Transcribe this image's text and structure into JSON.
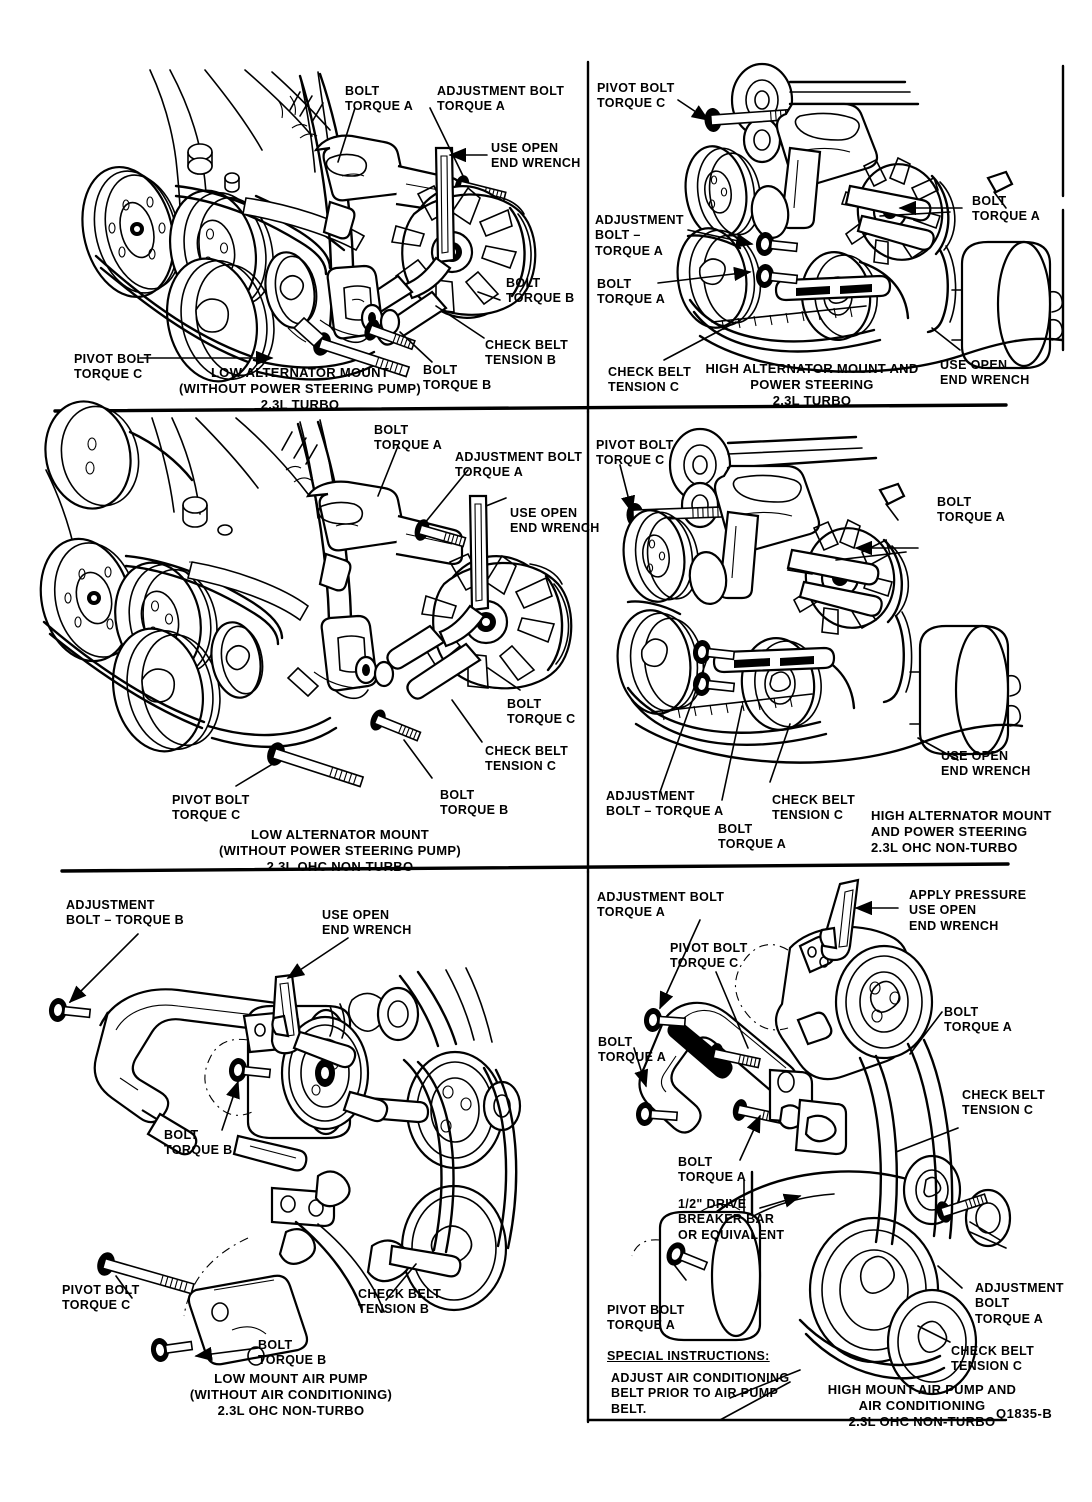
{
  "figure": {
    "id_code": "Q1835-B",
    "description": "Accessory drive belt mounting and adjustment diagrams, 2.3L engines"
  },
  "panels": [
    {
      "key": "top_left",
      "caption": [
        "LOW ALTERNATOR MOUNT",
        "(WITHOUT POWER STEERING PUMP)",
        "2.3L TURBO"
      ],
      "labels": [
        {
          "id": "bolt-torque-a",
          "text": "BOLT\nTORQUE A"
        },
        {
          "id": "adjustment-bolt-torque-a",
          "text": "ADJUSTMENT BOLT\nTORQUE A"
        },
        {
          "id": "use-open-end-wrench",
          "text": "USE OPEN\nEND WRENCH"
        },
        {
          "id": "bolt-torque-b-right",
          "text": "BOLT\nTORQUE B"
        },
        {
          "id": "check-belt-tension-b",
          "text": "CHECK BELT\nTENSION B"
        },
        {
          "id": "bolt-torque-b-lower",
          "text": "BOLT\nTORQUE B"
        },
        {
          "id": "pivot-bolt-torque-c",
          "text": "PIVOT BOLT\nTORQUE C"
        }
      ]
    },
    {
      "key": "top_right",
      "caption": [
        "HIGH ALTERNATOR MOUNT AND",
        "POWER STEERING",
        "2.3L TURBO"
      ],
      "labels": [
        {
          "id": "pivot-bolt-torque-c",
          "text": "PIVOT BOLT\nTORQUE C"
        },
        {
          "id": "adjustment-bolt-torque-a",
          "text": "ADJUSTMENT\nBOLT –\nTORQUE A"
        },
        {
          "id": "bolt-torque-a-left",
          "text": "BOLT\nTORQUE A"
        },
        {
          "id": "bolt-torque-a-right",
          "text": "BOLT\nTORQUE A"
        },
        {
          "id": "check-belt-tension-c",
          "text": "CHECK BELT\nTENSION C"
        },
        {
          "id": "use-open-end-wrench",
          "text": "USE OPEN\nEND WRENCH"
        }
      ]
    },
    {
      "key": "mid_left",
      "caption": [
        "LOW ALTERNATOR MOUNT",
        "(WITHOUT POWER STEERING PUMP)",
        "2.3L OHC NON-TURBO"
      ],
      "labels": [
        {
          "id": "bolt-torque-a",
          "text": "BOLT\nTORQUE A"
        },
        {
          "id": "adjustment-bolt-torque-a",
          "text": "ADJUSTMENT BOLT\nTORQUE A"
        },
        {
          "id": "use-open-end-wrench",
          "text": "USE OPEN\nEND WRENCH"
        },
        {
          "id": "bolt-torque-c",
          "text": "BOLT\nTORQUE C"
        },
        {
          "id": "check-belt-tension-c",
          "text": "CHECK BELT\nTENSION C"
        },
        {
          "id": "bolt-torque-b",
          "text": "BOLT\nTORQUE B"
        },
        {
          "id": "pivot-bolt-torque-c",
          "text": "PIVOT BOLT\nTORQUE C"
        }
      ]
    },
    {
      "key": "mid_right",
      "caption": [
        "HIGH ALTERNATOR MOUNT",
        "AND POWER STEERING",
        "2.3L OHC NON-TURBO"
      ],
      "labels": [
        {
          "id": "pivot-bolt-torque-c",
          "text": "PIVOT BOLT\nTORQUE C"
        },
        {
          "id": "bolt-torque-a-right",
          "text": "BOLT\nTORQUE A"
        },
        {
          "id": "use-open-end-wrench",
          "text": "USE OPEN\nEND WRENCH"
        },
        {
          "id": "adjustment-bolt-torque-a",
          "text": "ADJUSTMENT\nBOLT – TORQUE A"
        },
        {
          "id": "bolt-torque-a-lower",
          "text": "BOLT\nTORQUE A"
        },
        {
          "id": "check-belt-tension-c",
          "text": "CHECK BELT\nTENSION C"
        }
      ]
    },
    {
      "key": "bottom_left",
      "caption": [
        "LOW MOUNT AIR PUMP",
        "(WITHOUT AIR CONDITIONING)",
        "2.3L OHC NON-TURBO"
      ],
      "labels": [
        {
          "id": "adjustment-bolt-torque-b",
          "text": "ADJUSTMENT\nBOLT – TORQUE B"
        },
        {
          "id": "use-open-end-wrench",
          "text": "USE OPEN\nEND WRENCH"
        },
        {
          "id": "bolt-torque-b-mid",
          "text": "BOLT\nTORQUE B"
        },
        {
          "id": "pivot-bolt-torque-c",
          "text": "PIVOT BOLT\nTORQUE C"
        },
        {
          "id": "bolt-torque-b-lower",
          "text": "BOLT\nTORQUE B"
        },
        {
          "id": "check-belt-tension-b",
          "text": "CHECK BELT\nTENSION B"
        }
      ]
    },
    {
      "key": "bottom_right",
      "caption": [
        "HIGH MOUNT AIR PUMP AND",
        "AIR CONDITIONING",
        "2.3L OHC NON-TURBO"
      ],
      "labels": [
        {
          "id": "adjustment-bolt-torque-a-top",
          "text": "ADJUSTMENT BOLT\nTORQUE A"
        },
        {
          "id": "apply-pressure",
          "text": "APPLY PRESSURE\nUSE OPEN\nEND WRENCH"
        },
        {
          "id": "pivot-bolt-torque-c",
          "text": "PIVOT BOLT\nTORQUE C"
        },
        {
          "id": "bolt-torque-a-left",
          "text": "BOLT\nTORQUE A"
        },
        {
          "id": "bolt-torque-a-right",
          "text": "BOLT\nTORQUE A"
        },
        {
          "id": "check-belt-tension-c-upper",
          "text": "CHECK BELT\nTENSION C"
        },
        {
          "id": "bolt-torque-a-mid",
          "text": "BOLT\nTORQUE A"
        },
        {
          "id": "breaker-bar",
          "text": "1/2\" DRIVE\nBREAKER BAR\nOR EQUIVALENT"
        },
        {
          "id": "pivot-bolt-torque-a",
          "text": "PIVOT BOLT\nTORQUE A"
        },
        {
          "id": "adjustment-bolt-torque-a-right",
          "text": "ADJUSTMENT\nBOLT\nTORQUE A"
        },
        {
          "id": "check-belt-tension-c-lower",
          "text": "CHECK BELT\nTENSION C"
        }
      ],
      "special_instructions": {
        "heading": "SPECIAL INSTRUCTIONS:",
        "body": "ADJUST AIR CONDITIONING\nBELT PRIOR TO AIR PUMP\nBELT."
      }
    }
  ],
  "colors": {
    "ink": "#000000",
    "paper": "#ffffff"
  }
}
